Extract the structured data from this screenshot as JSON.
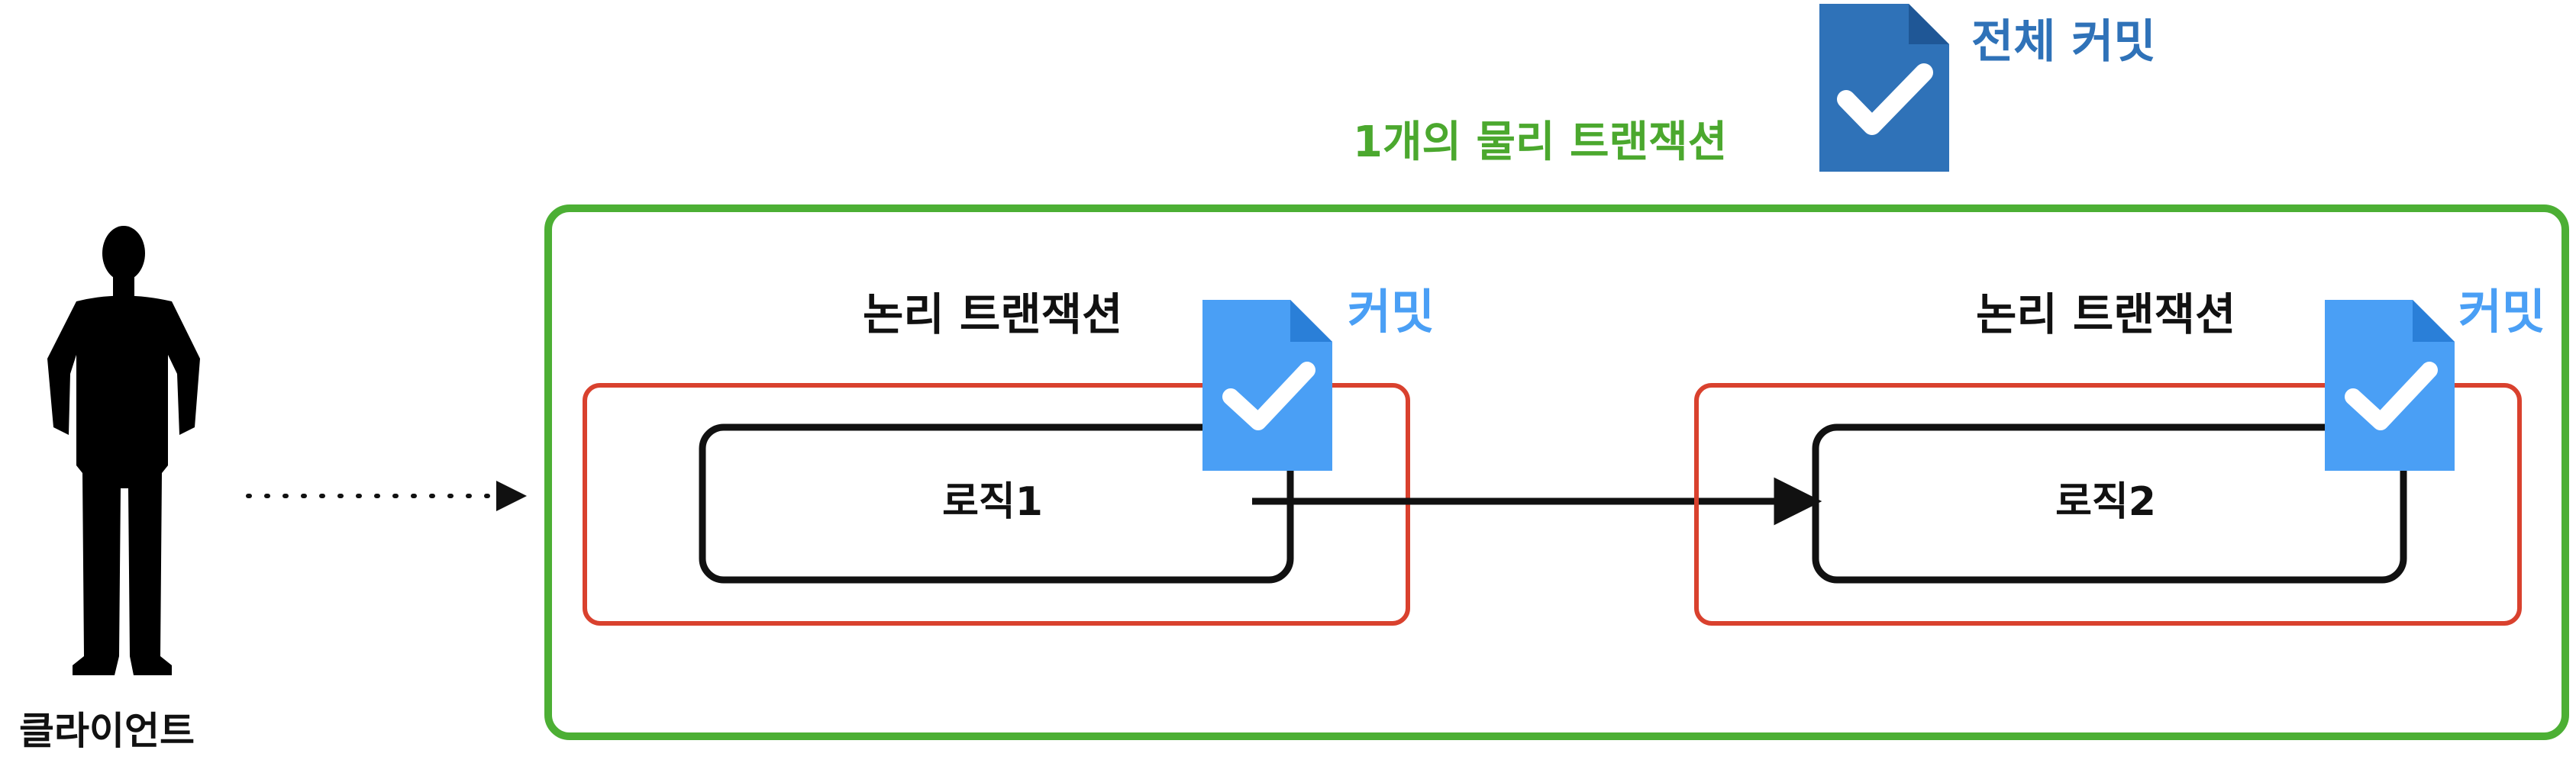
{
  "diagram": {
    "client_label": "클라이언트",
    "physical_transaction_label": "1개의 물리 트랜잭션",
    "overall_commit_label": "전체 커밋",
    "logical_transactions": [
      {
        "title": "논리 트랜잭션",
        "logic_label": "로직1",
        "commit_label": "커밋"
      },
      {
        "title": "논리 트랜잭션",
        "logic_label": "로직2",
        "commit_label": "커밋"
      }
    ]
  },
  "colors": {
    "physical_border": "#4caf34",
    "physical_text": "#4ba82e",
    "logical_border": "#d9412e",
    "logic_border": "#111111",
    "commit_icon_light": "#4a9ff5",
    "commit_icon_dark": "#2f72b8",
    "commit_text_light": "#4a9ff5",
    "commit_text_dark": "#2f72b8",
    "title_text": "#111111"
  },
  "icons": {
    "client": "person-silhouette-icon",
    "commit": "document-check-icon"
  }
}
